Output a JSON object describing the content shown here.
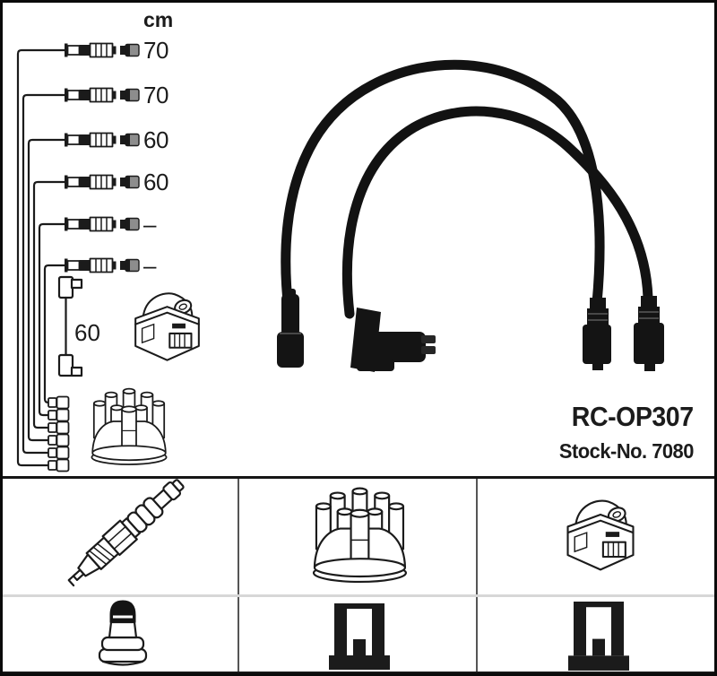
{
  "product": {
    "part_number": "RC-OP307",
    "stock_number": "Stock-No. 7080"
  },
  "length_table": {
    "unit_header": "cm",
    "cables": [
      {
        "length": "70"
      },
      {
        "length": "70"
      },
      {
        "length": "60"
      },
      {
        "length": "60"
      },
      {
        "length": "–"
      },
      {
        "length": "–"
      }
    ],
    "coil_wire_length": "60"
  },
  "parts_grid": {
    "row1": [
      "spark-plug",
      "distributor-cap",
      "ignition-coil"
    ],
    "row2": [
      "spark-plug-connector",
      "distributor-connector",
      "coil-connector"
    ]
  },
  "colors": {
    "ink": "#1b1b1b",
    "grid_divider_light": "#d7d7d7",
    "grid_line_dark": "#161616",
    "background": "#ffffff"
  }
}
